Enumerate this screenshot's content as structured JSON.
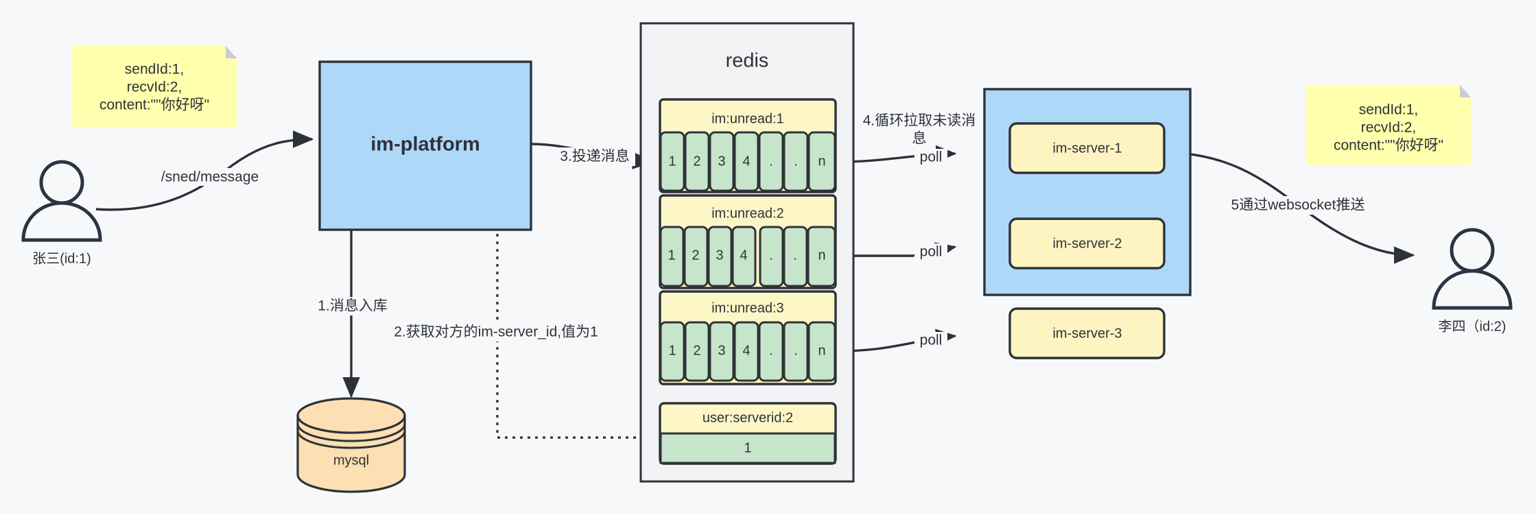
{
  "diagram": {
    "title": "IM message flow architecture",
    "colors": {
      "background": "#f7f8f9",
      "stroke": "#2e3238",
      "note_yellow": "#ffffad",
      "note_fold": "#c8ccd0",
      "blue_fill": "#aed8f8",
      "key_yellow": "#fdf6c7",
      "cell_green": "#c6e5cb",
      "server_yellow": "#fdf4c2",
      "mysql_orange": "#fcdfb2",
      "container_grey": "#f2f3f4"
    }
  },
  "actors": {
    "sender": {
      "label": "张三(id:1)",
      "icon": "person-icon"
    },
    "receiver": {
      "label": "李四（id:2)",
      "icon": "person-icon"
    }
  },
  "notes": {
    "left": {
      "lines": [
        "sendId:1,",
        "recvId:2,",
        "content:\"\"你好呀\""
      ]
    },
    "right": {
      "lines": [
        "sendId:1,",
        "recvId:2,",
        "content:\"\"你好呀\""
      ]
    }
  },
  "nodes": {
    "im_platform": {
      "label": "im-platform"
    },
    "mysql": {
      "label": "mysql"
    },
    "redis": {
      "label": "redis"
    }
  },
  "redis_keys": [
    {
      "name": "im:unread:1",
      "cells": [
        "1",
        "2",
        "3",
        "4",
        ".",
        ".",
        "n"
      ]
    },
    {
      "name": "im:unread:2",
      "cells": [
        "1",
        "2",
        "3",
        "4",
        ".",
        ".",
        "n"
      ]
    },
    {
      "name": "im:unread:3",
      "cells": [
        "1",
        "2",
        "3",
        "4",
        ".",
        ".",
        "n"
      ]
    }
  ],
  "redis_serverid": {
    "name": "user:serverid:2",
    "value": "1"
  },
  "servers": [
    {
      "label": "im-server-1"
    },
    {
      "label": "im-server-2"
    },
    {
      "label": "im-server-3"
    }
  ],
  "edges": {
    "send_message": "/sned/message",
    "step1": "1.消息入库",
    "step2": "2.获取对方的im-server_id,值为1",
    "step3": "3.投递消息",
    "step4_line1": "4.循环拉取未读消",
    "step4_line2": "息",
    "step5": "5通过websocket推送",
    "poll1": "poll",
    "poll2": "poll",
    "poll3": "poll"
  }
}
